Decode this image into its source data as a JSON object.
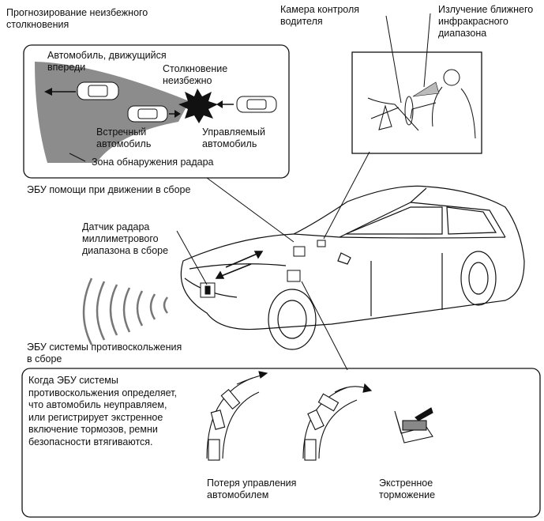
{
  "labels": {
    "prediction": "Прогнозирование неизбежного\nстолкновения",
    "driver_camera": "Камера контроля\nводителя",
    "nir_emission": "Излучение ближнего\nинфракрасного\nдиапазона",
    "vehicle_ahead": "Автомобиль, движущийся\nвпереди",
    "collision_unavoidable": "Столкновение\nнеизбежно",
    "oncoming_vehicle": "Встречный\nавтомобиль",
    "controlled_vehicle": "Управляемый\nавтомобиль",
    "radar_zone": "Зона обнаружения радара",
    "drive_assist_ecu": "ЭБУ помощи при движении в сборе",
    "radar_sensor": "Датчик радара\nмиллиметрового\nдиапазона в сборе",
    "pcs_ecu": "ЭБУ системы противоскольжения\nв сборе",
    "pcs_description": "Когда ЭБУ системы\nпротивоскольжения определяет,\nчто автомобиль неуправляем,\nили регистрирует экстренное\nвключение тормозов, ремни\nбезопасности втягиваются.",
    "loss_of_control": "Потеря управления\nавтомобилем",
    "emergency_braking": "Экстренное\nторможение"
  },
  "colors": {
    "line": "#111111",
    "radar_zone_fill": "#8c8c8c",
    "background": "#ffffff"
  }
}
